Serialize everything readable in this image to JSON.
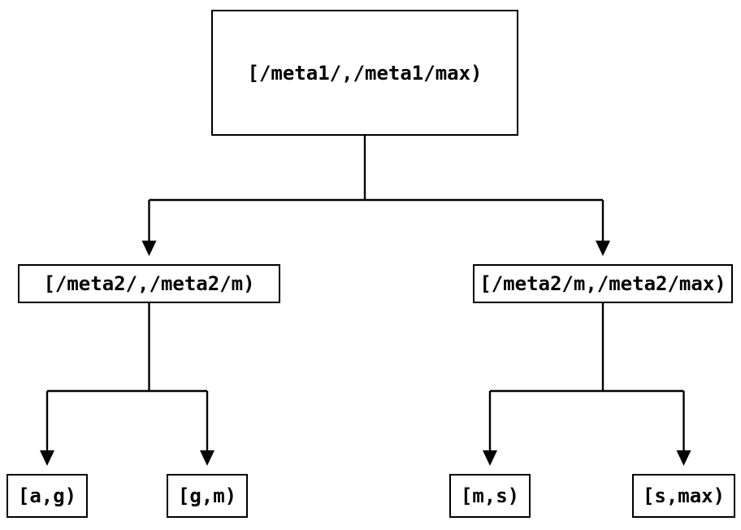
{
  "diagram": {
    "type": "tree",
    "colors": {
      "background": "#ffffff",
      "line": "#000000",
      "box_border": "#000000",
      "box_fill": "#ffffff",
      "text": "#000000"
    },
    "nodes": {
      "root": {
        "label": "[/meta1/,/meta1/max)"
      },
      "left": {
        "label": "[/meta2/,/meta2/m)"
      },
      "right": {
        "label": "[/meta2/m,/meta2/max)"
      },
      "leaf_ag": {
        "label": "[a,g)"
      },
      "leaf_gm": {
        "label": "[g,m)"
      },
      "leaf_ms": {
        "label": "[m,s)"
      },
      "leaf_smax": {
        "label": "[s,max)"
      }
    },
    "edges": [
      {
        "from": "root",
        "to": "left"
      },
      {
        "from": "root",
        "to": "right"
      },
      {
        "from": "left",
        "to": "leaf_ag"
      },
      {
        "from": "left",
        "to": "leaf_gm"
      },
      {
        "from": "right",
        "to": "leaf_ms"
      },
      {
        "from": "right",
        "to": "leaf_smax"
      }
    ]
  }
}
